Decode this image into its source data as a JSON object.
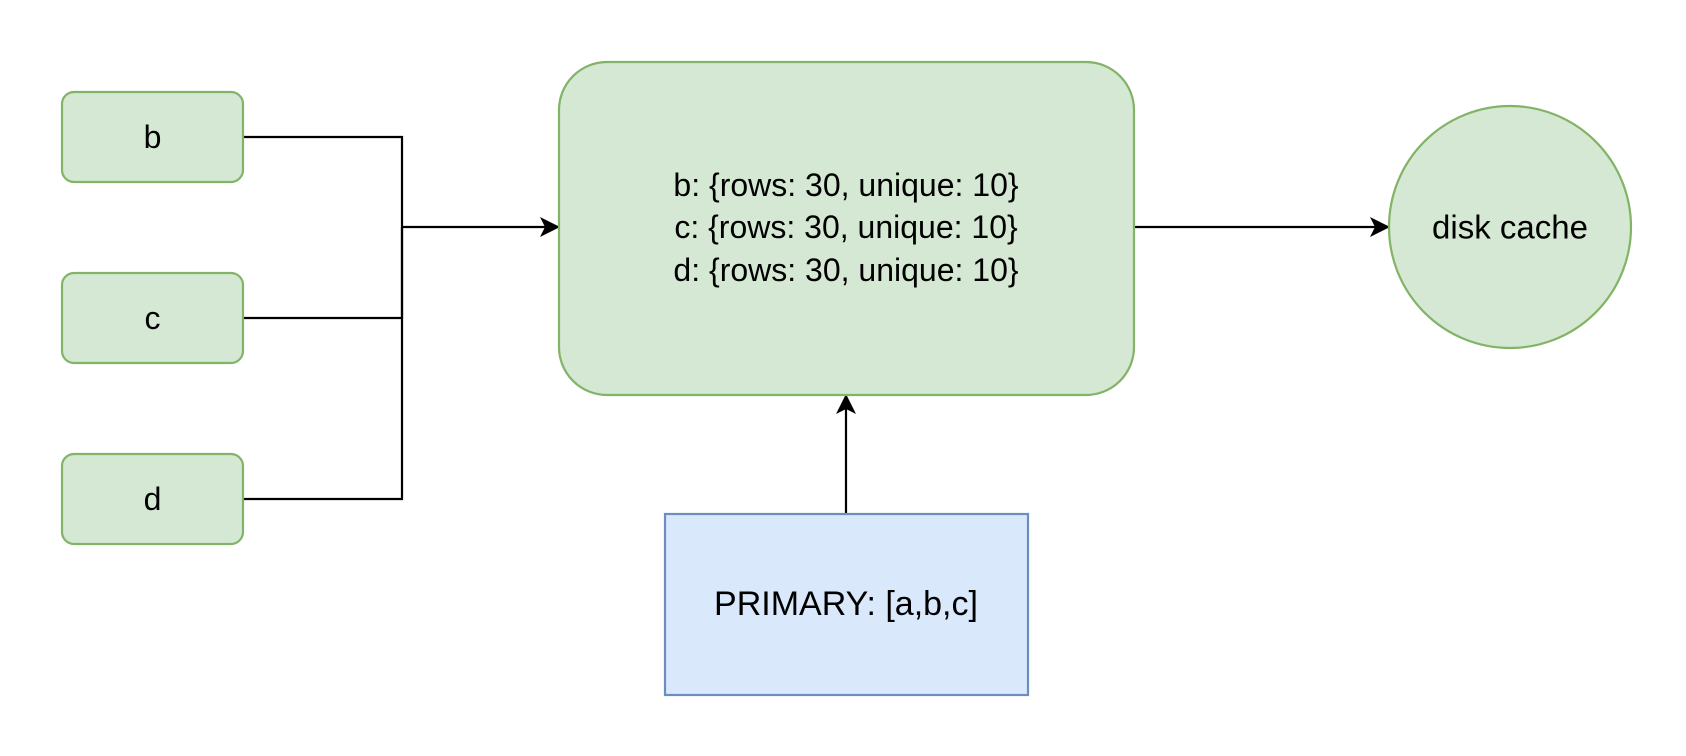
{
  "diagram": {
    "colors": {
      "green_fill": "#d5e8d4",
      "green_stroke": "#82b366",
      "blue_fill": "#dae8fc",
      "blue_stroke": "#6c8ebf",
      "edge": "#000000"
    },
    "inputs": [
      {
        "label": "b"
      },
      {
        "label": "c"
      },
      {
        "label": "d"
      }
    ],
    "stats": {
      "lines": [
        "b: {rows: 30, unique: 10}",
        "c: {rows: 30, unique: 10}",
        "d: {rows: 30, unique: 10}"
      ]
    },
    "primary": {
      "label": "PRIMARY: [a,b,c]"
    },
    "cache": {
      "label": "disk cache"
    }
  }
}
